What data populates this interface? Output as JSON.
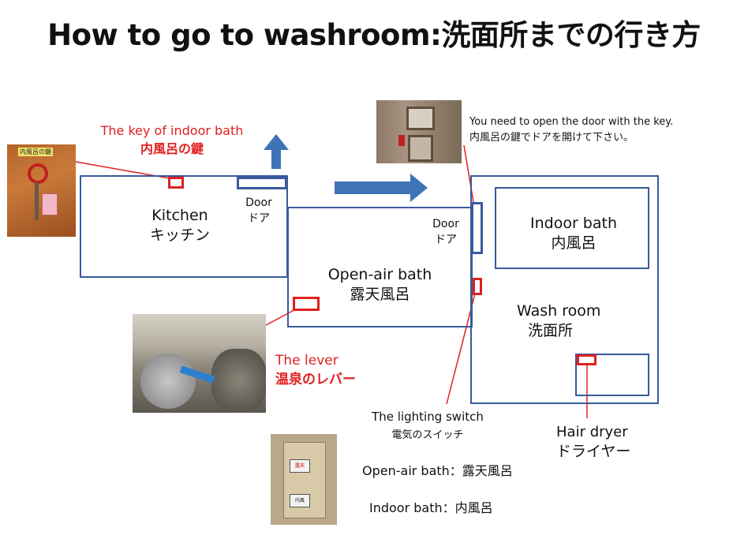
{
  "title": "How to go to washroom:洗面所までの行き方",
  "rooms": {
    "kitchen": {
      "en": "Kitchen",
      "jp": "キッチン"
    },
    "open_air": {
      "en": "Open-air bath",
      "jp": "露天風呂"
    },
    "indoor": {
      "en": "Indoor bath",
      "jp": "内風呂"
    },
    "wash": {
      "en": "Wash room",
      "jp": "洗面所"
    }
  },
  "doors": {
    "kitchen_door": {
      "en": "Door",
      "jp": "ドア"
    },
    "bath_door": {
      "en": "Door",
      "jp": "ドア"
    }
  },
  "callouts": {
    "key": {
      "en": "The key of indoor bath",
      "jp": "内風呂の鍵"
    },
    "door_note": {
      "en": "You need to open the door with the key.",
      "jp": "内風呂の鍵でドアを開けて下さい。"
    },
    "lever": {
      "en": "The lever",
      "jp": "温泉のレバー"
    },
    "switch": {
      "en": "The  lighting switch",
      "jp": "電気のスイッチ"
    },
    "dryer": {
      "en": "Hair dryer",
      "jp": "ドライヤー"
    }
  },
  "switch_panel": {
    "top_label": "Open-air bath：露天風呂",
    "bottom_label": "Indoor bath：内風呂",
    "top_tag": "露天",
    "bottom_tag": "内風"
  },
  "key_photo_tag": "内風呂の鍵",
  "colors": {
    "wall": "#3a5a9c",
    "arrow": "#3f73b8",
    "marker": "#e02020"
  }
}
